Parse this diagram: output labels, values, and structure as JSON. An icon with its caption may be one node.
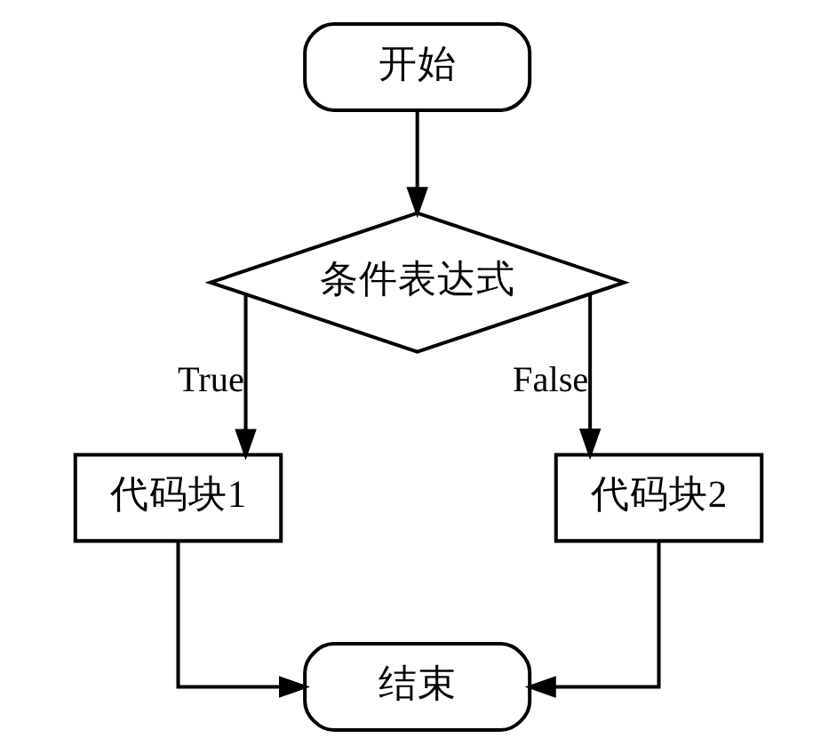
{
  "diagram": {
    "nodes": [
      {
        "text": [
          "开始"
        ]
      },
      {
        "text": [
          "条件表达式"
        ]
      },
      {
        "text": [
          "代码块1"
        ]
      },
      {
        "text": [
          "代码块2"
        ]
      },
      {
        "text": [
          "结束"
        ]
      }
    ],
    "edges": [
      {
        "from": 0,
        "to": 1,
        "arrow": "to"
      },
      {
        "from": 1,
        "to": 2,
        "arrow": "to",
        "label": "True"
      },
      {
        "from": 1,
        "to": 3,
        "arrow": "to",
        "label": "False"
      },
      {
        "from": 2,
        "to": 4,
        "arrow": "to"
      },
      {
        "from": 3,
        "to": 4,
        "arrow": "to"
      }
    ]
  }
}
